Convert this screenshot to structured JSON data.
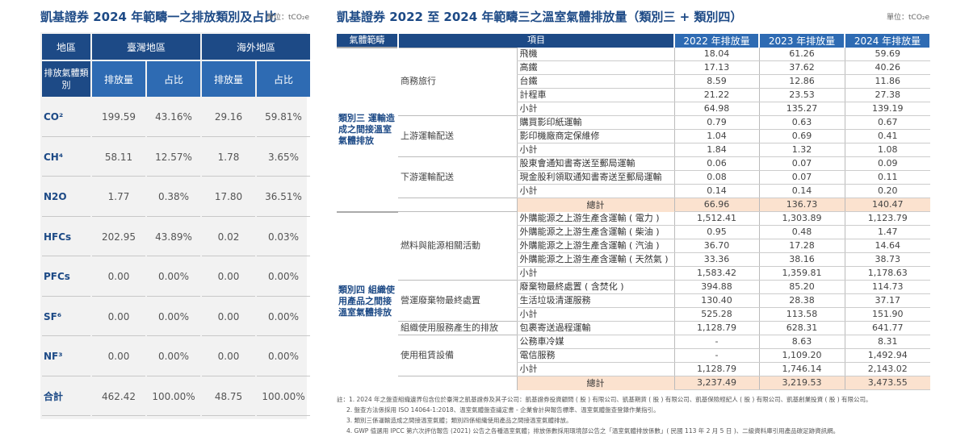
{
  "left": {
    "title": "凱基證券 2024 年範疇一之排放類別及占比",
    "unit": "單位：tCO₂e",
    "headers": {
      "region": "地區",
      "taiwan": "臺灣地區",
      "overseas": "海外地區",
      "gas_type": "排放氣體類別",
      "emission": "排放量",
      "share": "占比"
    },
    "rows": [
      {
        "gas": "CO²",
        "tw_em": "199.59",
        "tw_pct": "43.16%",
        "os_em": "29.16",
        "os_pct": "59.81%"
      },
      {
        "gas": "CH⁴",
        "tw_em": "58.11",
        "tw_pct": "12.57%",
        "os_em": "1.78",
        "os_pct": "3.65%"
      },
      {
        "gas": "N2O",
        "tw_em": "1.77",
        "tw_pct": "0.38%",
        "os_em": "17.80",
        "os_pct": "36.51%"
      },
      {
        "gas": "HFCs",
        "tw_em": "202.95",
        "tw_pct": "43.89%",
        "os_em": "0.02",
        "os_pct": "0.03%"
      },
      {
        "gas": "PFCs",
        "tw_em": "0.00",
        "tw_pct": "0.00%",
        "os_em": "0.00",
        "os_pct": "0.00%"
      },
      {
        "gas": "SF⁶",
        "tw_em": "0.00",
        "tw_pct": "0.00%",
        "os_em": "0.00",
        "os_pct": "0.00%"
      },
      {
        "gas": "NF³",
        "tw_em": "0.00",
        "tw_pct": "0.00%",
        "os_em": "0.00",
        "os_pct": "0.00%"
      },
      {
        "gas": "合計",
        "tw_em": "462.42",
        "tw_pct": "100.00%",
        "os_em": "48.75",
        "os_pct": "100.00%"
      }
    ]
  },
  "right": {
    "title": "凱基證券 2022 至 2024 年範疇三之溫室氣體排放量（類別三 + 類別四）",
    "unit": "單位：tCO₂e",
    "headers": {
      "scope": "氣體範疇",
      "item": "項目",
      "y2022": "2022 年排放量",
      "y2023": "2023 年排放量",
      "y2024": "2024 年排放量"
    },
    "cat3": {
      "label": "類別三\n運輸造成之間接溫室氣體排放",
      "business_travel": {
        "label": "商務旅行",
        "rows": [
          [
            "飛機",
            "18.04",
            "61.26",
            "59.69"
          ],
          [
            "高鐵",
            "17.13",
            "37.62",
            "40.26"
          ],
          [
            "台鐵",
            "8.59",
            "12.86",
            "11.86"
          ],
          [
            "計程車",
            "21.22",
            "23.53",
            "27.38"
          ],
          [
            "小計",
            "64.98",
            "135.27",
            "139.19"
          ]
        ]
      },
      "upstream": {
        "label": "上游運輸配送",
        "rows": [
          [
            "購買影印紙運輸",
            "0.79",
            "0.63",
            "0.67"
          ],
          [
            "影印機廠商定保維修",
            "1.04",
            "0.69",
            "0.41"
          ],
          [
            "小計",
            "1.84",
            "1.32",
            "1.08"
          ]
        ]
      },
      "downstream": {
        "label": "下游運輸配送",
        "rows": [
          [
            "股東會通知書寄送至郵局運輸",
            "0.06",
            "0.07",
            "0.09"
          ],
          [
            "現金股利領取通知書寄送至郵局運輸",
            "0.08",
            "0.07",
            "0.11"
          ],
          [
            "小計",
            "0.14",
            "0.14",
            "0.20"
          ]
        ]
      },
      "total": [
        "總計",
        "66.96",
        "136.73",
        "140.47"
      ]
    },
    "cat4": {
      "label": "類別四\n組織使用產品之間接溫室氣體排放",
      "fuel": {
        "label": "燃料與能源相關活動",
        "rows": [
          [
            "外購能源之上游生產含運輸 ( 電力 )",
            "1,512.41",
            "1,303.89",
            "1,123.79"
          ],
          [
            "外購能源之上游生產含運輸 ( 柴油 )",
            "0.95",
            "0.48",
            "1.47"
          ],
          [
            "外購能源之上游生產含運輸 ( 汽油 )",
            "36.70",
            "17.28",
            "14.64"
          ],
          [
            "外購能源之上游生產含運輸 ( 天然氣 )",
            "33.36",
            "38.16",
            "38.73"
          ],
          [
            "小計",
            "1,583.42",
            "1,359.81",
            "1,178.63"
          ]
        ]
      },
      "waste": {
        "label": "營運廢棄物最終處置",
        "rows": [
          [
            "廢棄物最終處置 ( 含焚化 )",
            "394.88",
            "85.20",
            "114.73"
          ],
          [
            "生活垃圾清運服務",
            "130.40",
            "28.38",
            "37.17"
          ],
          [
            "小計",
            "525.28",
            "113.58",
            "151.90"
          ]
        ]
      },
      "service": {
        "label": "組織使用服務產生的排放",
        "rows": [
          [
            "包裹寄送過程運輸",
            "1,128.79",
            "628.31",
            "641.77"
          ]
        ]
      },
      "lease": {
        "label": "使用租賃設備",
        "rows": [
          [
            "公務車冷媒",
            "-",
            "8.63",
            "8.31"
          ],
          [
            "電信服務",
            "-",
            "1,109.20",
            "1,492.94"
          ],
          [
            "小計",
            "1,128.79",
            "1,746.14",
            "2,143.02"
          ]
        ]
      },
      "total": [
        "總計",
        "3,237.49",
        "3,219.53",
        "3,473.55"
      ]
    }
  },
  "notes": [
    "註：1. 2024 年之盤查組織邊界包含位於臺灣之凱基證券及其子公司：凱基證券投資顧問 ( 股 ) 有限公司、凱基期貨 ( 股 ) 有限公司、凱基保險經紀人 ( 股 ) 有限公司、凱基創業投資 ( 股 ) 有限公司。",
    "2. 盤查方法係採用 ISO 14064-1:2018、溫室氣體盤查議定書 - 企業會計與報告標準、溫室氣體盤查登錄作業指引。",
    "3. 類別三係運輸造成之間接溫室氣體；類別四係組織使用產品之間接溫室氣體排放。",
    "4. GWP 值選用 IPCC 第六次評估報告 (2021) 公告之各種溫室氣體；排放係數採用環境部公告之「溫室氣體排放係數」( 民國 113 年 2 月 5 日 )、二級資料庫引用產品碳足跡資訊網。"
  ]
}
